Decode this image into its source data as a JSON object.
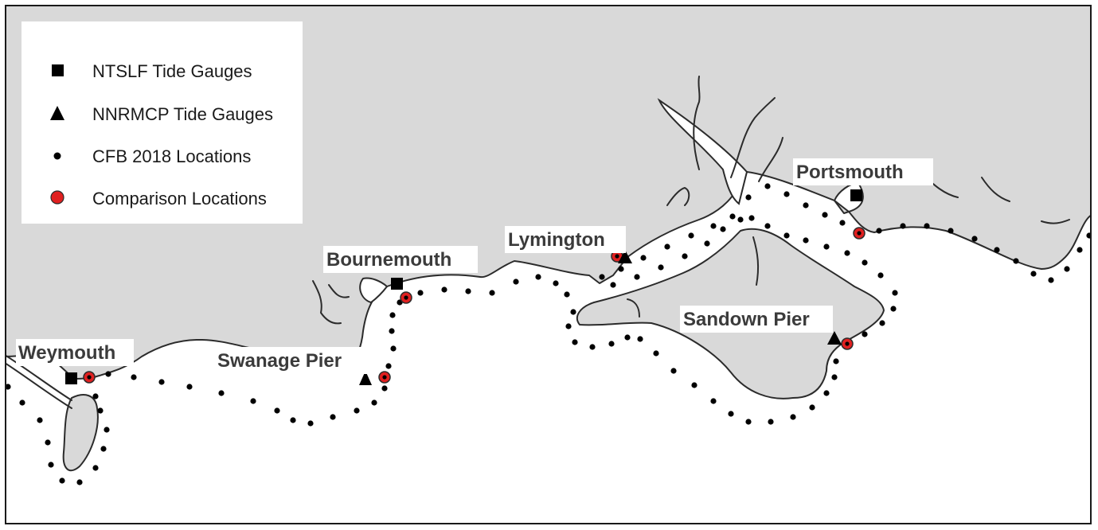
{
  "legend": {
    "items": [
      {
        "label": "NTSLF Tide Gauges",
        "icon": "square-icon"
      },
      {
        "label": "NNRMCP Tide Gauges",
        "icon": "triangle-icon"
      },
      {
        "label": "CFB 2018 Locations",
        "icon": "dot-icon"
      },
      {
        "label": "Comparison Locations",
        "icon": "red-circle-icon"
      }
    ]
  },
  "places": [
    {
      "name": "Weymouth"
    },
    {
      "name": "Swanage Pier"
    },
    {
      "name": "Bournemouth"
    },
    {
      "name": "Lymington"
    },
    {
      "name": "Sandown Pier"
    },
    {
      "name": "Portsmouth"
    }
  ],
  "colors": {
    "land": "#d9d9d9",
    "sea": "#ffffff",
    "comparison": "#e02020",
    "marker": "#000000"
  }
}
